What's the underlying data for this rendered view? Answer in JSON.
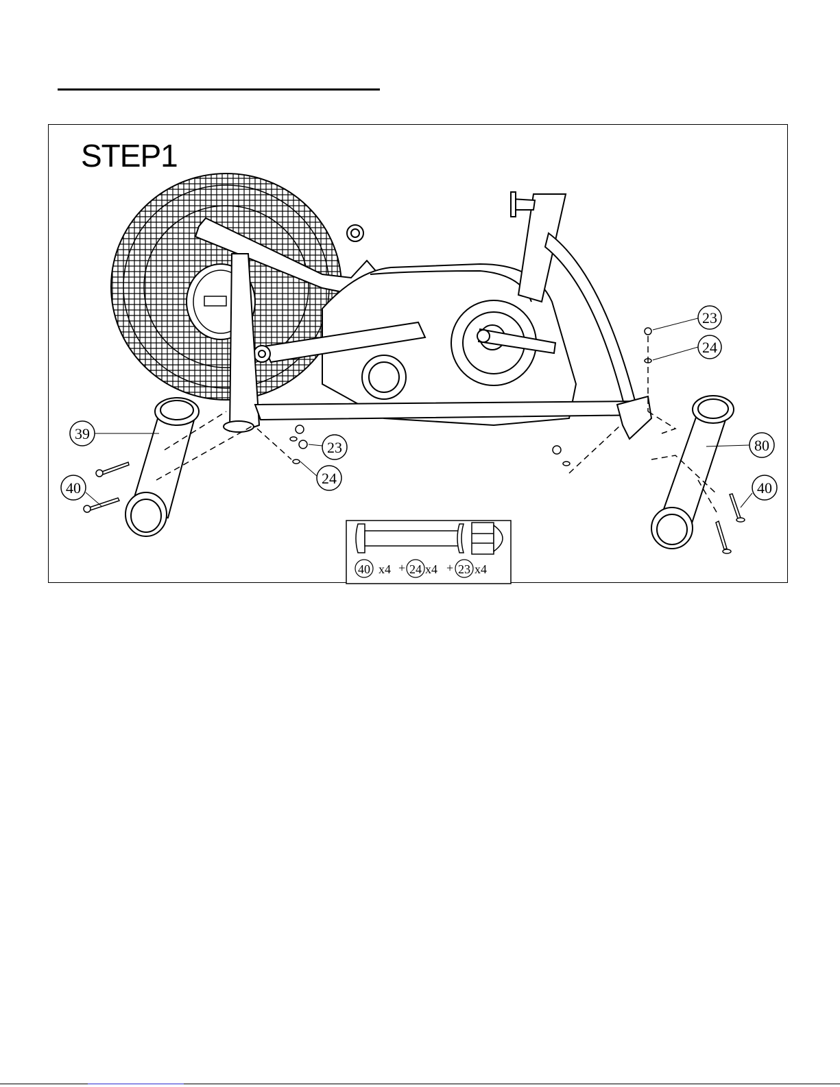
{
  "step": {
    "title": "STEP1"
  },
  "callouts": [
    {
      "id": "c23a",
      "label": "23"
    },
    {
      "id": "c24a",
      "label": "24"
    },
    {
      "id": "c39",
      "label": "39"
    },
    {
      "id": "c23b",
      "label": "23"
    },
    {
      "id": "c24b",
      "label": "24"
    },
    {
      "id": "c40a",
      "label": "40"
    },
    {
      "id": "c80",
      "label": "80"
    },
    {
      "id": "c40b",
      "label": "40"
    }
  ],
  "hardware": {
    "items": [
      {
        "part": "40",
        "qty": "x4"
      },
      {
        "part": "24",
        "qty": "x4"
      },
      {
        "part": "23",
        "qty": "x4"
      }
    ],
    "plus": "+"
  }
}
